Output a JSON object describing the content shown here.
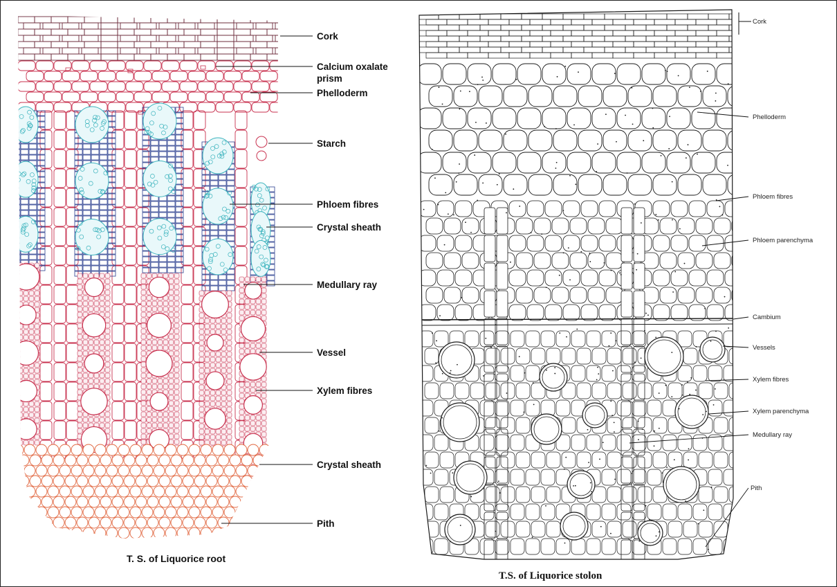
{
  "left_panel": {
    "caption": "T. S. of Liquorice root",
    "labels": [
      {
        "id": "cork",
        "lines": [
          "Cork"
        ]
      },
      {
        "id": "calcium-oxalate-prism",
        "lines": [
          "Calcium oxalate",
          "prism"
        ]
      },
      {
        "id": "phelloderm",
        "lines": [
          "Phelloderm"
        ]
      },
      {
        "id": "starch",
        "lines": [
          "Starch"
        ]
      },
      {
        "id": "phloem-fibres",
        "lines": [
          "Phloem fibres"
        ]
      },
      {
        "id": "crystal-sheath-upper",
        "lines": [
          "Crystal sheath"
        ]
      },
      {
        "id": "medullary-ray",
        "lines": [
          "Medullary ray"
        ]
      },
      {
        "id": "vessel",
        "lines": [
          "Vessel"
        ]
      },
      {
        "id": "xylem-fibres",
        "lines": [
          "Xylem fibres"
        ]
      },
      {
        "id": "crystal-sheath-lower",
        "lines": [
          "Crystal sheath"
        ]
      },
      {
        "id": "pith",
        "lines": [
          "Pith"
        ]
      }
    ],
    "colors": {
      "cork": "#6b2a3a",
      "tissue": "#c8304e",
      "phloem": "#2b3f8f",
      "fibre": "#3ab3bd",
      "pith": "#e0623a"
    }
  },
  "right_panel": {
    "caption": "T.S. of Liquorice stolon",
    "labels": [
      {
        "id": "cork",
        "lines": [
          "Cork"
        ]
      },
      {
        "id": "phelloderm",
        "lines": [
          "Phelloderm"
        ]
      },
      {
        "id": "phloem-fibres",
        "lines": [
          "Phloem fibres"
        ]
      },
      {
        "id": "phloem-parenchyma",
        "lines": [
          "Phloem parenchyma"
        ]
      },
      {
        "id": "cambium",
        "lines": [
          "Cambium"
        ]
      },
      {
        "id": "vessels",
        "lines": [
          "Vessels"
        ]
      },
      {
        "id": "xylem-fibres",
        "lines": [
          "Xylem fibres"
        ]
      },
      {
        "id": "xylem-parenchyma",
        "lines": [
          "Xylem parenchyma"
        ]
      },
      {
        "id": "medullary-ray",
        "lines": [
          "Medullary ray"
        ]
      },
      {
        "id": "pith",
        "lines": [
          "Pith"
        ]
      }
    ],
    "colors": {
      "ink": "#1a1a1a"
    }
  }
}
